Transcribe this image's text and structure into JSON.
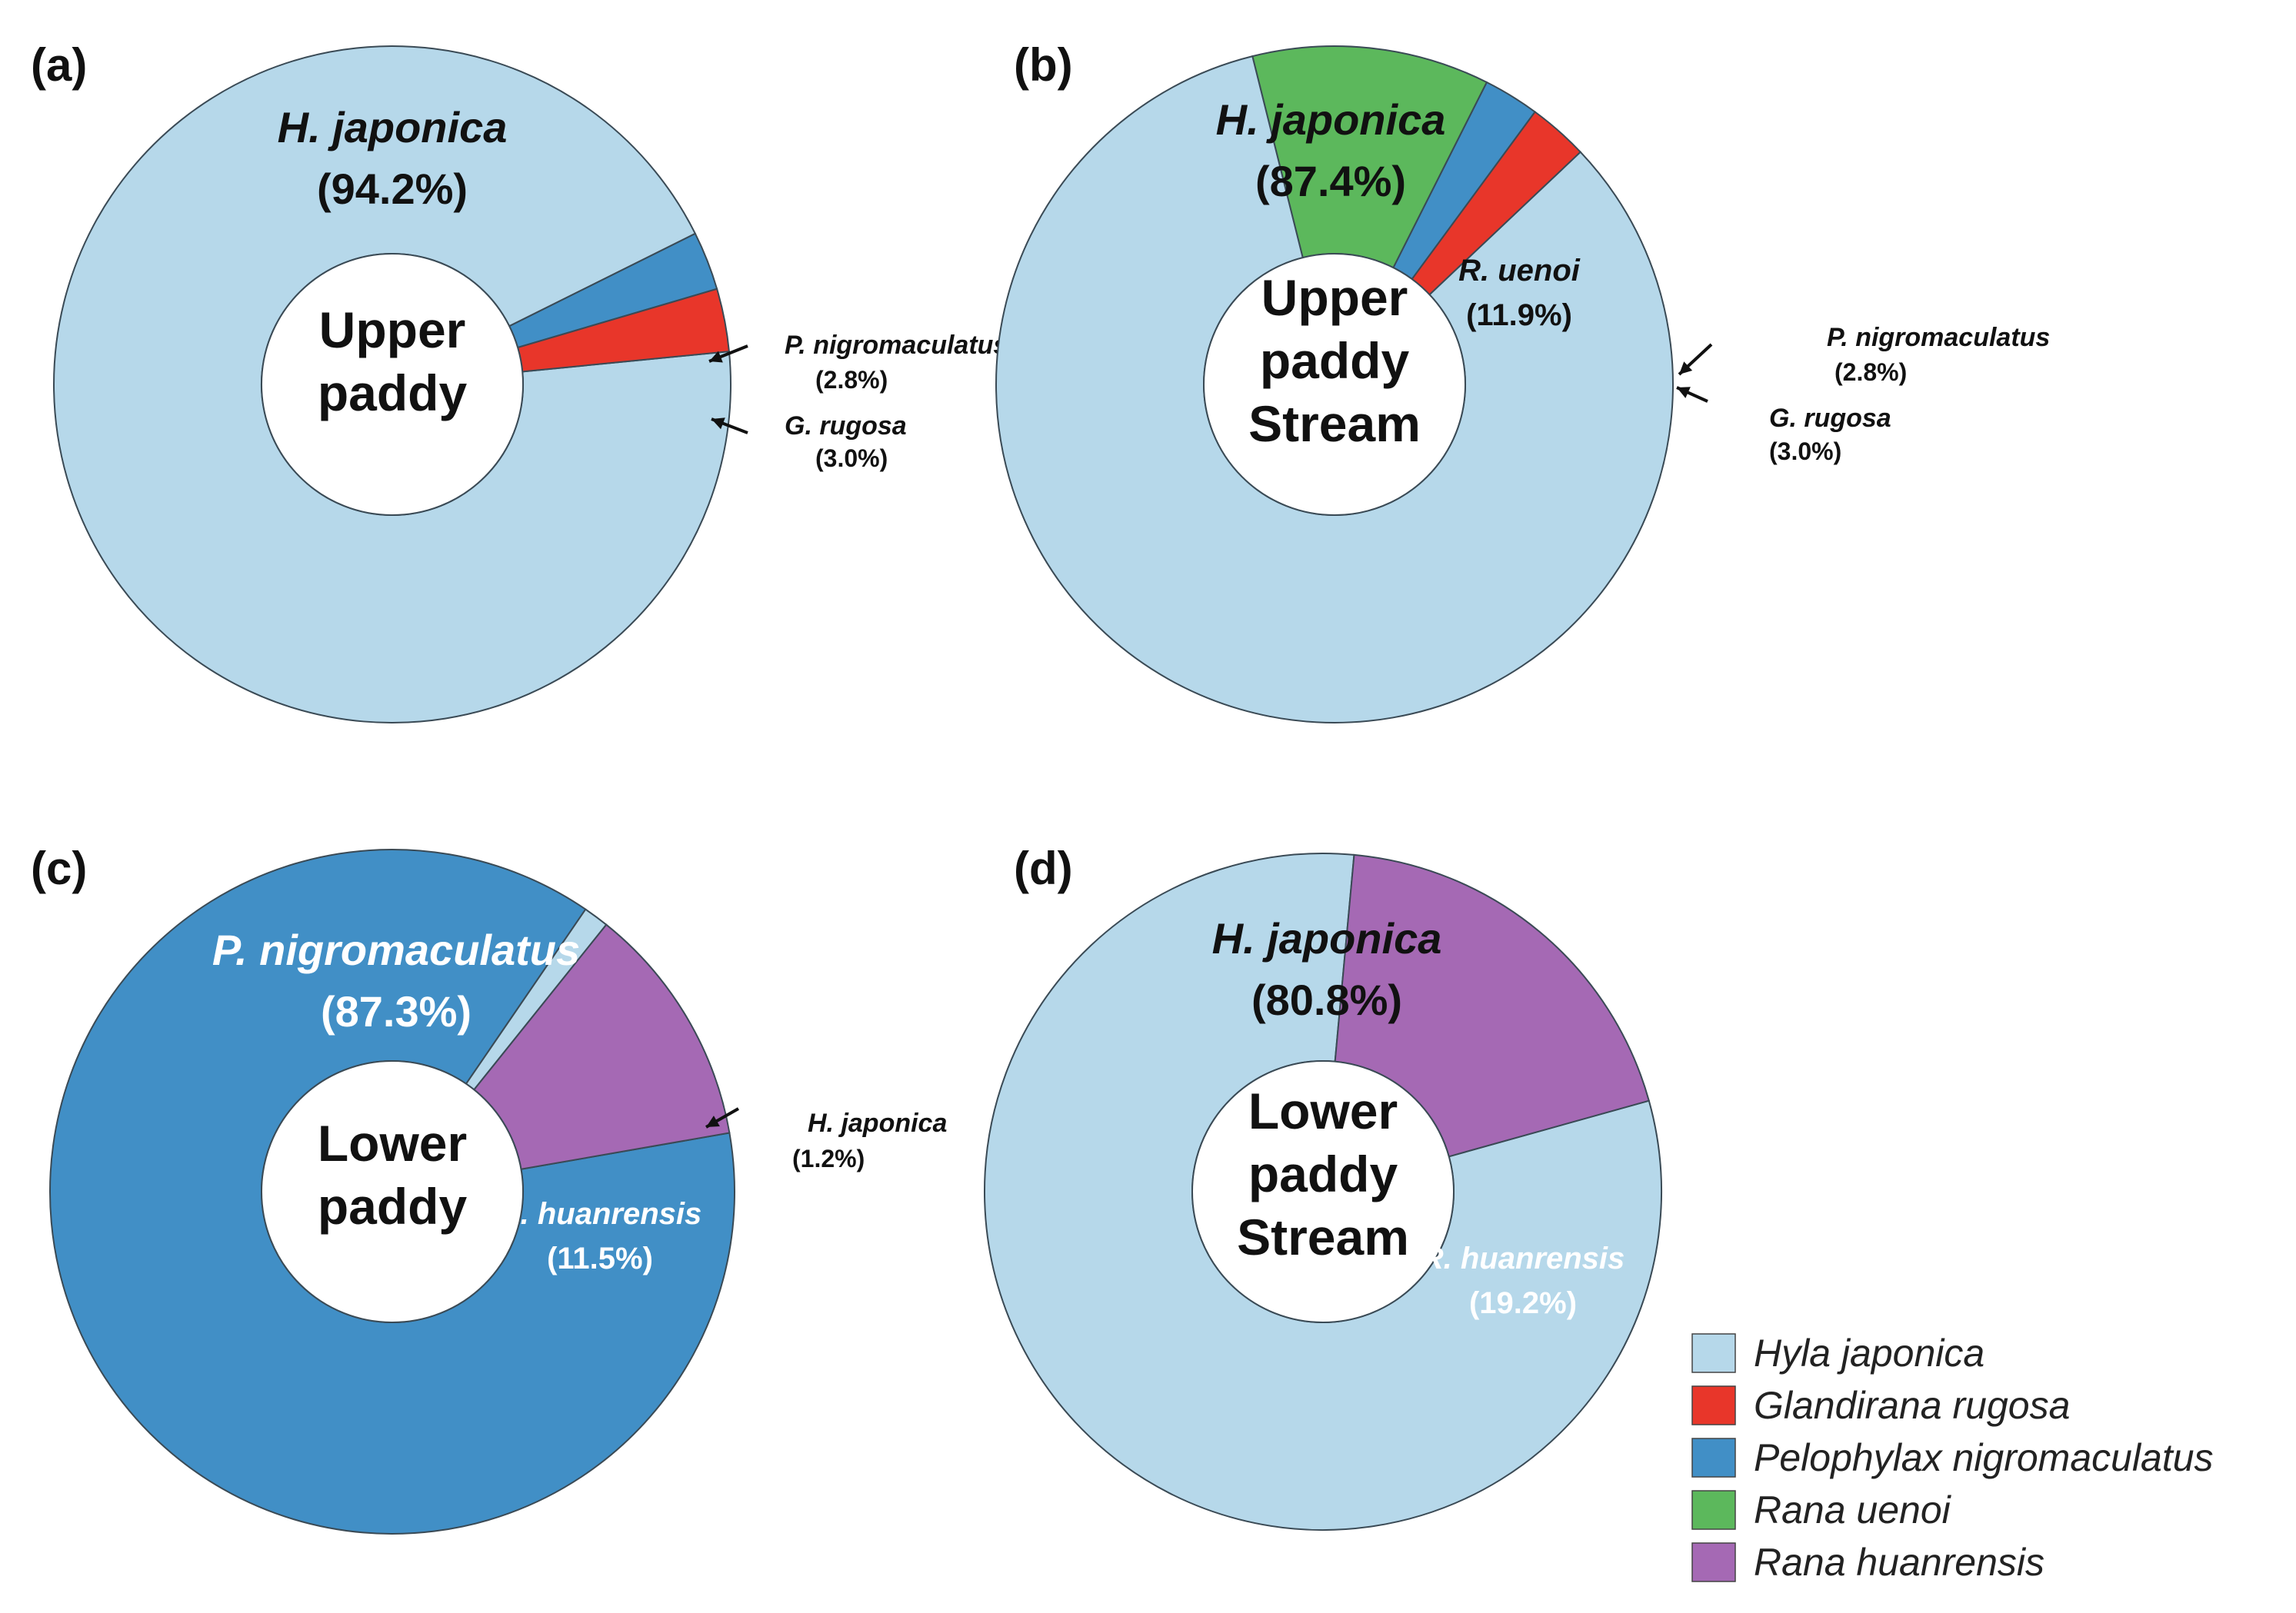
{
  "colors": {
    "hyla_japonica": "#b6d8ea",
    "glandirana_rugosa": "#e8362a",
    "pelophylax_nigromaculatus": "#418fc6",
    "rana_uenoi": "#5cb85c",
    "rana_huanrensis": "#a569b4"
  },
  "legend": [
    {
      "key": "hyla_japonica",
      "label": "Hyla japonica"
    },
    {
      "key": "glandirana_rugosa",
      "label": "Glandirana rugosa"
    },
    {
      "key": "pelophylax_nigromaculatus",
      "label": "Pelophylax nigromaculatus"
    },
    {
      "key": "rana_uenoi",
      "label": "Rana uenoi"
    },
    {
      "key": "rana_huanrensis",
      "label": "Rana huanrensis"
    }
  ],
  "chart_data": [
    {
      "type": "pie",
      "panel": "(a)",
      "center_label": [
        "Upper",
        "paddy"
      ],
      "slices": [
        {
          "key": "hyla_japonica",
          "short": "H. japonica",
          "value": 94.2,
          "pct_label": "(94.2%)"
        },
        {
          "key": "pelophylax_nigromaculatus",
          "short": "P. nigromaculatus",
          "value": 2.8,
          "pct_label": "(2.8%)"
        },
        {
          "key": "glandirana_rugosa",
          "short": "G. rugosa",
          "value": 3.0,
          "pct_label": "(3.0%)"
        }
      ]
    },
    {
      "type": "pie",
      "panel": "(b)",
      "center_label": [
        "Upper",
        "paddy",
        "Stream"
      ],
      "slices": [
        {
          "key": "hyla_japonica",
          "short": "H. japonica",
          "value": 87.4,
          "pct_label": "(87.4%)"
        },
        {
          "key": "rana_uenoi",
          "short": "R. uenoi",
          "value": 11.9,
          "pct_label": "(11.9%)"
        },
        {
          "key": "pelophylax_nigromaculatus",
          "short": "P. nigromaculatus",
          "value": 2.8,
          "pct_label": "(2.8%)"
        },
        {
          "key": "glandirana_rugosa",
          "short": "G. rugosa",
          "value": 3.0,
          "pct_label": "(3.0%)"
        }
      ]
    },
    {
      "type": "pie",
      "panel": "(c)",
      "center_label": [
        "Lower",
        "paddy"
      ],
      "slices": [
        {
          "key": "pelophylax_nigromaculatus",
          "short": "P. nigromaculatus",
          "value": 87.3,
          "pct_label": "(87.3%)"
        },
        {
          "key": "hyla_japonica",
          "short": "H. japonica",
          "value": 1.2,
          "pct_label": "(1.2%)"
        },
        {
          "key": "rana_huanrensis",
          "short": "R. huanrensis",
          "value": 11.5,
          "pct_label": "(11.5%)"
        }
      ]
    },
    {
      "type": "pie",
      "panel": "(d)",
      "center_label": [
        "Lower",
        "paddy",
        "Stream"
      ],
      "slices": [
        {
          "key": "hyla_japonica",
          "short": "H. japonica",
          "value": 80.8,
          "pct_label": "(80.8%)"
        },
        {
          "key": "rana_huanrensis",
          "short": "R. huanrensis",
          "value": 19.2,
          "pct_label": "(19.2%)"
        }
      ]
    }
  ]
}
